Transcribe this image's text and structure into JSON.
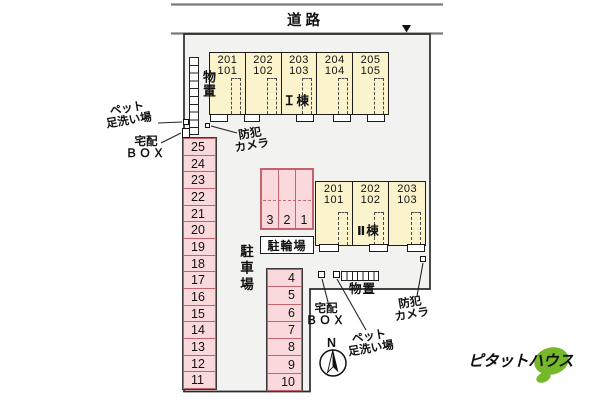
{
  "road": {
    "label": "道路"
  },
  "buildings": {
    "b1": {
      "name": "Ｉ棟",
      "units": [
        {
          "upper": "201",
          "lower": "101"
        },
        {
          "upper": "202",
          "lower": "102"
        },
        {
          "upper": "203",
          "lower": "103"
        },
        {
          "upper": "204",
          "lower": "104"
        },
        {
          "upper": "205",
          "lower": "105"
        }
      ]
    },
    "b2": {
      "name": "Ⅱ棟",
      "units": [
        {
          "upper": "201",
          "lower": "101"
        },
        {
          "upper": "202",
          "lower": "102"
        },
        {
          "upper": "203",
          "lower": "103"
        }
      ]
    }
  },
  "parking": {
    "label": "駐車場",
    "left": [
      "25",
      "24",
      "23",
      "22",
      "21",
      "20",
      "19",
      "18",
      "17",
      "16",
      "15",
      "14",
      "13",
      "12",
      "11"
    ],
    "middle": [
      "4",
      "5",
      "6",
      "7",
      "8",
      "9",
      "10"
    ]
  },
  "bicycle": {
    "label": "駐輪場",
    "stalls": [
      "3",
      "2",
      "1"
    ]
  },
  "storage_top": {
    "label": "物置"
  },
  "storage_bottom": {
    "label": "物置"
  },
  "annotations": {
    "pet_top": {
      "l1": "ペット",
      "l2": "足洗い場"
    },
    "delivery_top": {
      "l1": "宅配",
      "l2": "ＢＯＸ"
    },
    "camera_top": {
      "l1": "防犯",
      "l2": "カメラ"
    },
    "delivery_bottom": {
      "l1": "宅配",
      "l2": "ＢＯＸ"
    },
    "pet_bottom": {
      "l1": "ペット",
      "l2": "足洗い場"
    },
    "camera_bottom": {
      "l1": "防犯",
      "l2": "カメラ"
    }
  },
  "compass": {
    "n": "N"
  },
  "logo": {
    "text": "ピタットハウス"
  },
  "colors": {
    "site_fill": "#f2f2f0",
    "building_fill": "#faf3cc",
    "stall_fill": "#f9d9dc",
    "stall_border": "#c4626e",
    "logo_green": "#76b82a"
  }
}
